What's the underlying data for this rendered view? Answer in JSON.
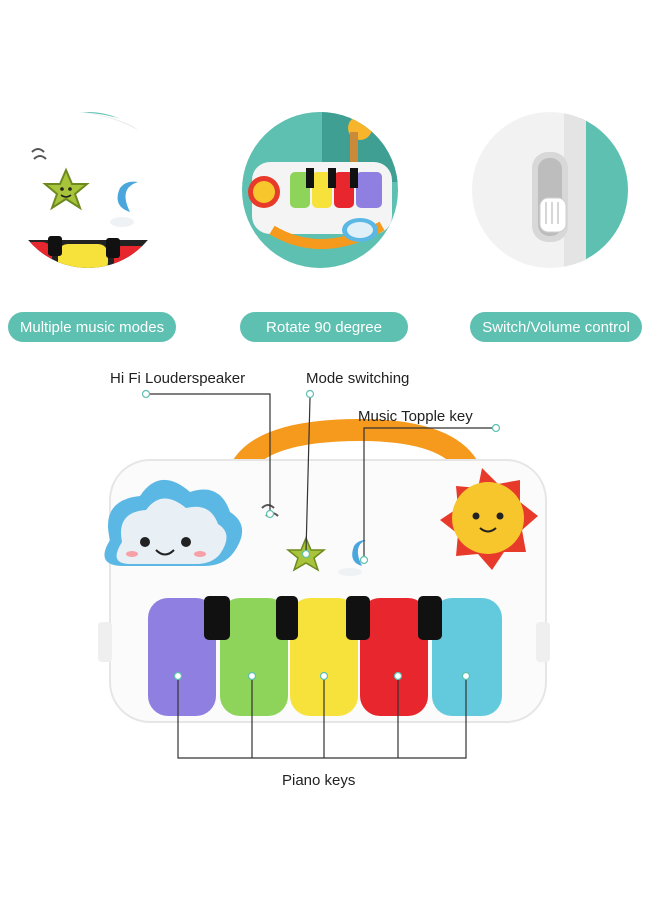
{
  "features": [
    {
      "label": "Multiple music modes"
    },
    {
      "label": "Rotate 90 degree"
    },
    {
      "label": "Switch/Volume control"
    }
  ],
  "callouts": {
    "speaker": "Hi Fi Louderspeaker",
    "mode": "Mode switching",
    "topple": "Music Topple key",
    "piano": "Piano keys"
  },
  "colors": {
    "teal": "#5ec0b0",
    "key_purple": "#8e7fe0",
    "key_green": "#8ed45a",
    "key_yellow": "#f6e23a",
    "key_red": "#e8262e",
    "key_blue": "#62cadc",
    "handle_orange": "#f59a1c",
    "sun_red": "#e83a2a",
    "sun_yellow": "#f7c52c",
    "cloud_blue": "#5bb8e4"
  }
}
